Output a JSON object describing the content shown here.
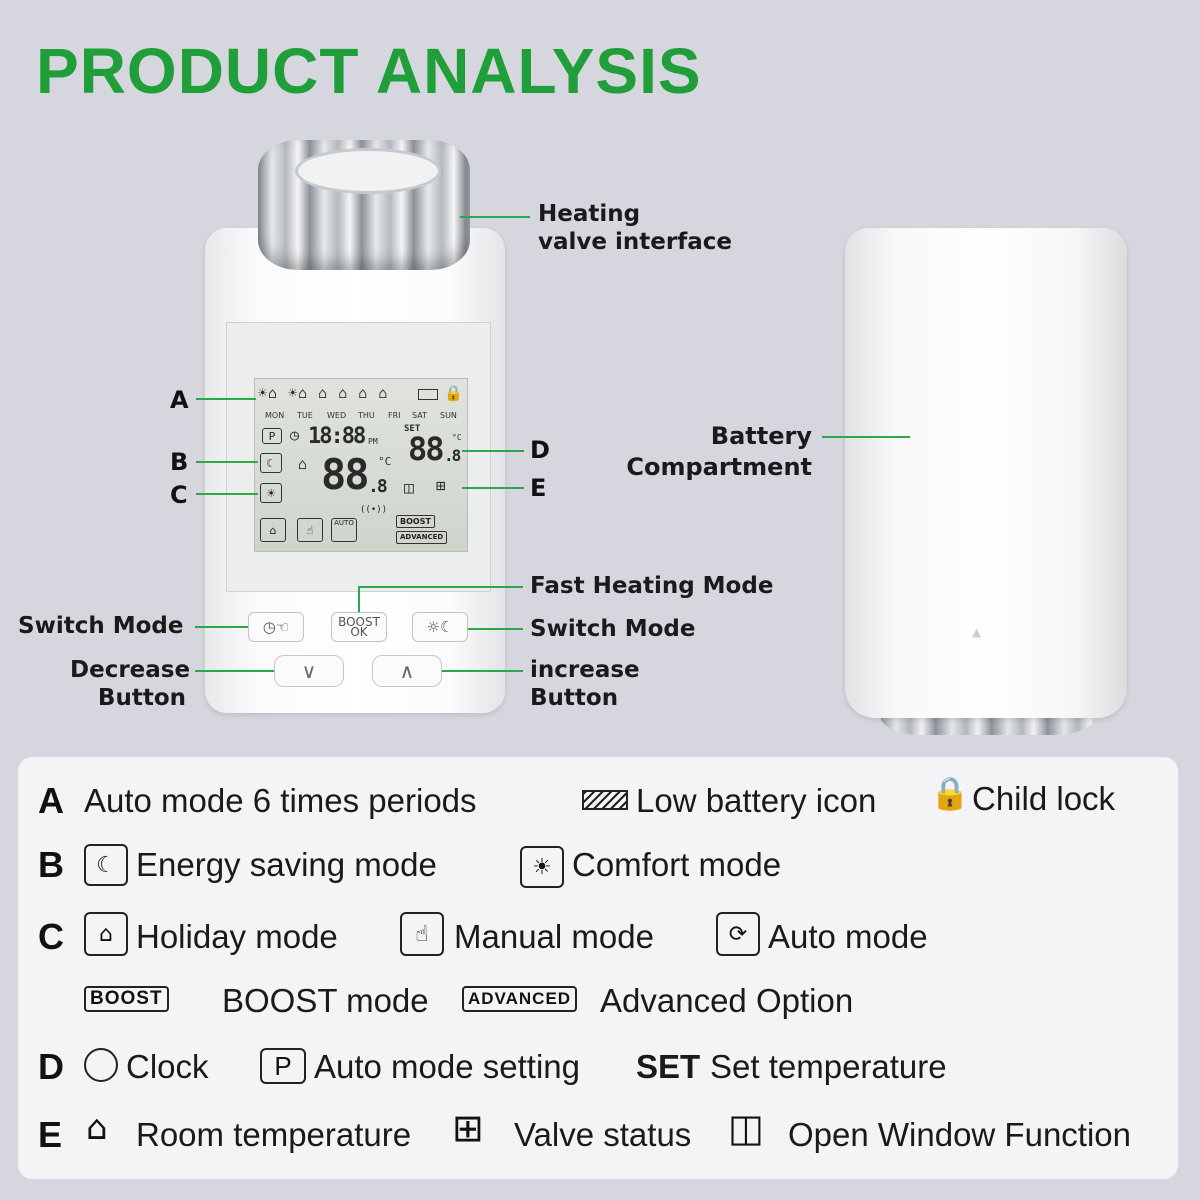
{
  "title": "PRODUCT ANALYSIS",
  "callouts": {
    "heating_valve": [
      "Heating",
      "valve interface"
    ],
    "battery": [
      "Battery",
      "Compartment"
    ],
    "fast_heating": "Fast Heating Mode",
    "switch_mode_left": "Switch Mode",
    "switch_mode_right": "Switch Mode",
    "decrease": [
      "Decrease",
      "Button"
    ],
    "increase": [
      "increase",
      "Button"
    ],
    "letters": {
      "a": "A",
      "b": "B",
      "c": "C",
      "d": "D",
      "e": "E"
    }
  },
  "lcd": {
    "days": [
      "MON",
      "TUE",
      "WED",
      "THU",
      "FRI",
      "SAT",
      "SUN"
    ],
    "time": "18:88",
    "pm": "PM",
    "set": "SET",
    "set_temp": "88",
    "set_dec": ".8",
    "room_temp": "88",
    "room_dec": ".8",
    "celsius": "°C",
    "p": "P",
    "auto": "AUTO",
    "boost": "BOOST",
    "advanced": "ADVANCED"
  },
  "device_buttons": {
    "boost_ok": [
      "BOOST",
      "OK"
    ]
  },
  "legend": {
    "rowA": {
      "letter": "A",
      "auto_periods": "Auto mode 6 times periods",
      "low_battery": "Low battery icon",
      "child_lock": "Child lock"
    },
    "rowB": {
      "letter": "B",
      "energy_saving": "Energy saving mode",
      "comfort": "Comfort mode"
    },
    "rowC": {
      "letter": "C",
      "holiday": "Holiday mode",
      "manual": "Manual mode",
      "auto": "Auto mode"
    },
    "rowC2": {
      "boost_tag": "BOOST",
      "boost": "BOOST mode",
      "advanced_tag": "ADVANCED",
      "advanced": "Advanced Option"
    },
    "rowD": {
      "letter": "D",
      "clock": "Clock",
      "p_tag": "P",
      "auto_setting": "Auto mode setting",
      "set_tag": "SET",
      "set_temp": "Set temperature"
    },
    "rowE": {
      "letter": "E",
      "room_temp": "Room temperature",
      "valve": "Valve status",
      "open_window": "Open Window Function"
    }
  },
  "colors": {
    "accent_green": "#1f9e3a",
    "background": "#d6d7de",
    "legend_bg": "#f4f4f6"
  }
}
